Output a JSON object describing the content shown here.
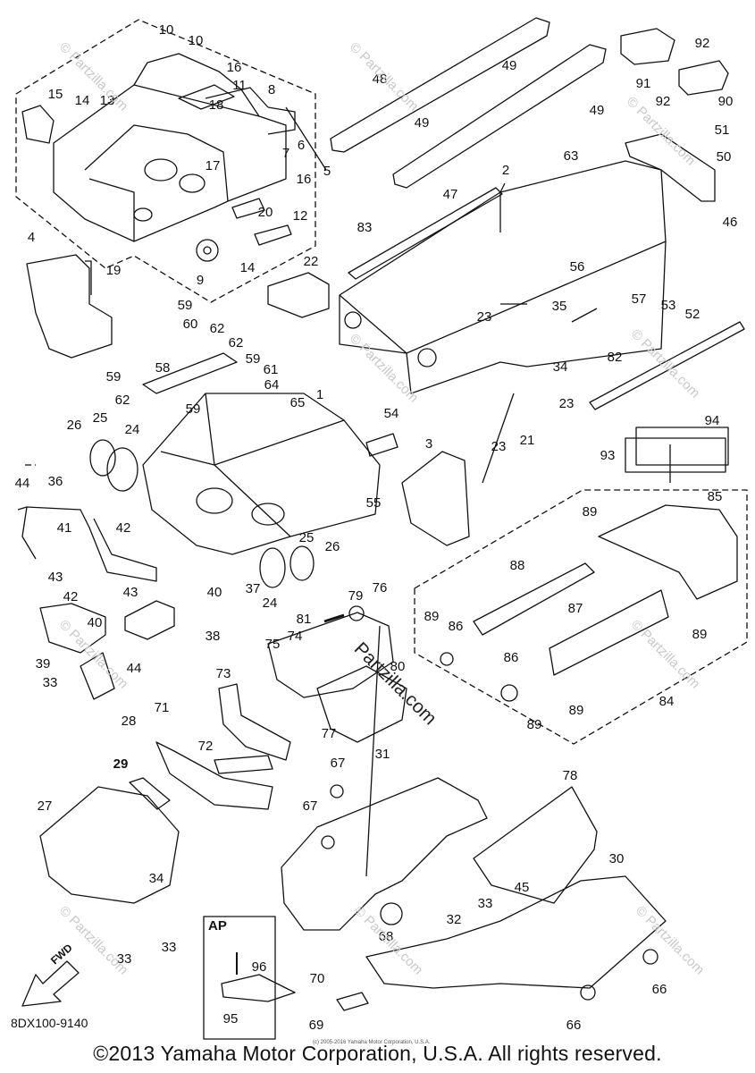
{
  "diagram": {
    "code": "8DX100-9140",
    "copyright": "©2013 Yamaha Motor Corporation, U.S.A. All rights reserved.",
    "small_copyright": "(c) 2005-2016 Yamaha Motor Corporation, U.S.A.",
    "watermark_center": "Partzilla.com",
    "watermark_small": "© Partzilla.com",
    "ap_label": "AP",
    "fwd_label": "FWD"
  },
  "callouts": [
    {
      "id": "10a",
      "text": "10"
    },
    {
      "id": "10b",
      "text": "10"
    },
    {
      "id": "16a",
      "text": "16"
    },
    {
      "id": "11",
      "text": "11"
    },
    {
      "id": "8",
      "text": "8"
    },
    {
      "id": "15",
      "text": "15"
    },
    {
      "id": "14a",
      "text": "14"
    },
    {
      "id": "13",
      "text": "13"
    },
    {
      "id": "18",
      "text": "18"
    },
    {
      "id": "6",
      "text": "6"
    },
    {
      "id": "7",
      "text": "7"
    },
    {
      "id": "17",
      "text": "17"
    },
    {
      "id": "16b",
      "text": "16"
    },
    {
      "id": "5",
      "text": "5"
    },
    {
      "id": "20",
      "text": "20"
    },
    {
      "id": "12",
      "text": "12"
    },
    {
      "id": "4",
      "text": "4"
    },
    {
      "id": "19",
      "text": "19"
    },
    {
      "id": "14b",
      "text": "14"
    },
    {
      "id": "9",
      "text": "9"
    },
    {
      "id": "22",
      "text": "22"
    },
    {
      "id": "48",
      "text": "48"
    },
    {
      "id": "49a",
      "text": "49"
    },
    {
      "id": "49b",
      "text": "49"
    },
    {
      "id": "49c",
      "text": "49"
    },
    {
      "id": "47",
      "text": "47"
    },
    {
      "id": "2",
      "text": "2"
    },
    {
      "id": "63",
      "text": "63"
    },
    {
      "id": "83",
      "text": "83"
    },
    {
      "id": "92a",
      "text": "92"
    },
    {
      "id": "91",
      "text": "91"
    },
    {
      "id": "92b",
      "text": "92"
    },
    {
      "id": "90",
      "text": "90"
    },
    {
      "id": "51",
      "text": "51"
    },
    {
      "id": "50",
      "text": "50"
    },
    {
      "id": "46",
      "text": "46"
    },
    {
      "id": "56",
      "text": "56"
    },
    {
      "id": "53",
      "text": "53"
    },
    {
      "id": "52",
      "text": "52"
    },
    {
      "id": "57",
      "text": "57"
    },
    {
      "id": "35",
      "text": "35"
    },
    {
      "id": "23a",
      "text": "23"
    },
    {
      "id": "34a",
      "text": "34"
    },
    {
      "id": "82",
      "text": "82"
    },
    {
      "id": "23b",
      "text": "23"
    },
    {
      "id": "23c",
      "text": "23"
    },
    {
      "id": "21",
      "text": "21"
    },
    {
      "id": "94",
      "text": "94"
    },
    {
      "id": "93",
      "text": "93"
    },
    {
      "id": "59a",
      "text": "59"
    },
    {
      "id": "60",
      "text": "60"
    },
    {
      "id": "62a",
      "text": "62"
    },
    {
      "id": "62b",
      "text": "62"
    },
    {
      "id": "59b",
      "text": "59"
    },
    {
      "id": "61",
      "text": "61"
    },
    {
      "id": "58",
      "text": "58"
    },
    {
      "id": "59c",
      "text": "59"
    },
    {
      "id": "64",
      "text": "64"
    },
    {
      "id": "65",
      "text": "65"
    },
    {
      "id": "1",
      "text": "1"
    },
    {
      "id": "62c",
      "text": "62"
    },
    {
      "id": "59d",
      "text": "59"
    },
    {
      "id": "26a",
      "text": "26"
    },
    {
      "id": "25a",
      "text": "25"
    },
    {
      "id": "24a",
      "text": "24"
    },
    {
      "id": "54",
      "text": "54"
    },
    {
      "id": "3",
      "text": "3"
    },
    {
      "id": "55",
      "text": "55"
    },
    {
      "id": "44a",
      "text": "44"
    },
    {
      "id": "36",
      "text": "36"
    },
    {
      "id": "41",
      "text": "41"
    },
    {
      "id": "42a",
      "text": "42"
    },
    {
      "id": "89a",
      "text": "89"
    },
    {
      "id": "85",
      "text": "85"
    },
    {
      "id": "25b",
      "text": "25"
    },
    {
      "id": "26b",
      "text": "26"
    },
    {
      "id": "37",
      "text": "37"
    },
    {
      "id": "24b",
      "text": "24"
    },
    {
      "id": "43a",
      "text": "43"
    },
    {
      "id": "42b",
      "text": "42"
    },
    {
      "id": "43b",
      "text": "43"
    },
    {
      "id": "40a",
      "text": "40"
    },
    {
      "id": "40b",
      "text": "40"
    },
    {
      "id": "79",
      "text": "79"
    },
    {
      "id": "76",
      "text": "76"
    },
    {
      "id": "81",
      "text": "81"
    },
    {
      "id": "88",
      "text": "88"
    },
    {
      "id": "87",
      "text": "87"
    },
    {
      "id": "39",
      "text": "39"
    },
    {
      "id": "44b",
      "text": "44"
    },
    {
      "id": "38",
      "text": "38"
    },
    {
      "id": "75",
      "text": "75"
    },
    {
      "id": "74",
      "text": "74"
    },
    {
      "id": "89b",
      "text": "89"
    },
    {
      "id": "86a",
      "text": "86"
    },
    {
      "id": "89c",
      "text": "89"
    },
    {
      "id": "80",
      "text": "80"
    },
    {
      "id": "33a",
      "text": "33"
    },
    {
      "id": "73",
      "text": "73"
    },
    {
      "id": "86b",
      "text": "86"
    },
    {
      "id": "28",
      "text": "28"
    },
    {
      "id": "71",
      "text": "71"
    },
    {
      "id": "77",
      "text": "77"
    },
    {
      "id": "84",
      "text": "84"
    },
    {
      "id": "89d",
      "text": "89"
    },
    {
      "id": "89e",
      "text": "89"
    },
    {
      "id": "72",
      "text": "72"
    },
    {
      "id": "29",
      "text": "29"
    },
    {
      "id": "67a",
      "text": "67"
    },
    {
      "id": "31",
      "text": "31"
    },
    {
      "id": "78",
      "text": "78"
    },
    {
      "id": "27",
      "text": "27"
    },
    {
      "id": "67b",
      "text": "67"
    },
    {
      "id": "30",
      "text": "30"
    },
    {
      "id": "34b",
      "text": "34"
    },
    {
      "id": "45",
      "text": "45"
    },
    {
      "id": "33b",
      "text": "33"
    },
    {
      "id": "32",
      "text": "32"
    },
    {
      "id": "68",
      "text": "68"
    },
    {
      "id": "33c",
      "text": "33"
    },
    {
      "id": "33d",
      "text": "33"
    },
    {
      "id": "96",
      "text": "96"
    },
    {
      "id": "70",
      "text": "70"
    },
    {
      "id": "66a",
      "text": "66"
    },
    {
      "id": "95",
      "text": "95"
    },
    {
      "id": "69",
      "text": "69"
    },
    {
      "id": "66b",
      "text": "66"
    }
  ]
}
